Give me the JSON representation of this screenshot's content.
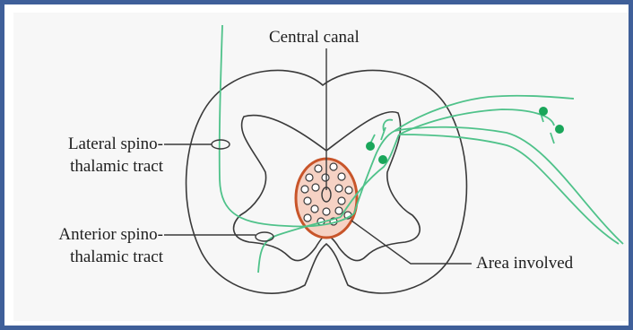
{
  "labels": {
    "central_canal": "Central canal",
    "lateral_line1": "Lateral spino-",
    "lateral_line2": "thalamic tract",
    "anterior_line1": "Anterior spino-",
    "anterior_line2": "thalamic tract",
    "area_involved": "Area involved"
  },
  "colors": {
    "frame_border": "#3f5f99",
    "background": "#f7f7f7",
    "outline": "#3a3a3a",
    "tract_green": "#4fc28a",
    "neuron_dot": "#1aa65a",
    "lesion_fill": "#f6d2c4",
    "lesion_border": "#c8552a"
  }
}
